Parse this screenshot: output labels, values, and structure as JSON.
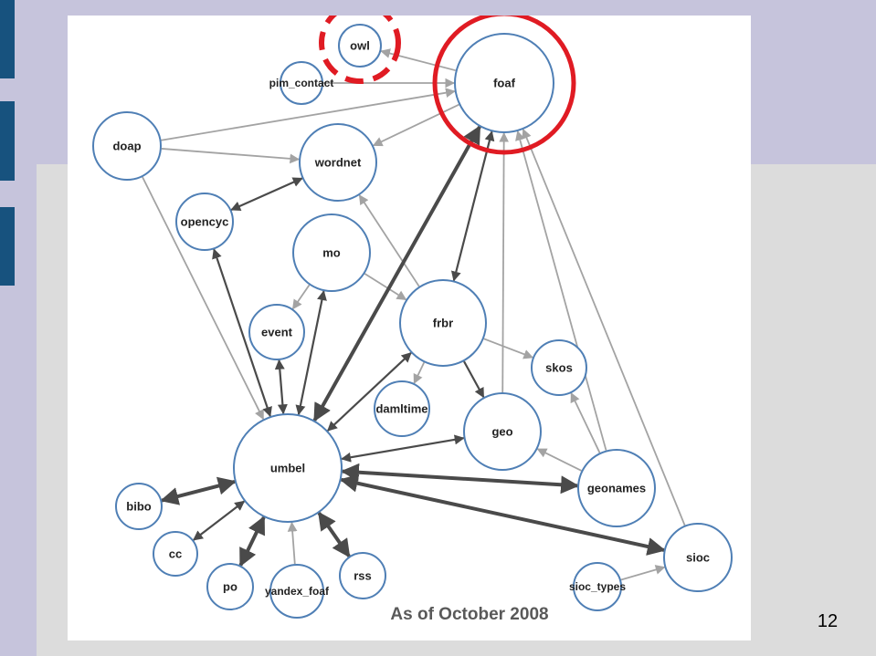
{
  "caption": "As of October 2008",
  "page_number": "12",
  "colors": {
    "node_stroke": "#4f7fb5",
    "edge_light": "#a3a3a3",
    "edge_dark": "#4a4a4a",
    "highlight": "#e01b23",
    "sidebar": "#17527e",
    "background": "#c6c4dc",
    "panel": "#dcdcdc"
  },
  "nodes": [
    {
      "id": "owl",
      "label": "owl"
    },
    {
      "id": "pim_contact",
      "label": "pim_contact"
    },
    {
      "id": "foaf",
      "label": "foaf"
    },
    {
      "id": "doap",
      "label": "doap"
    },
    {
      "id": "wordnet",
      "label": "wordnet"
    },
    {
      "id": "opencyc",
      "label": "opencyc"
    },
    {
      "id": "mo",
      "label": "mo"
    },
    {
      "id": "frbr",
      "label": "frbr"
    },
    {
      "id": "event",
      "label": "event"
    },
    {
      "id": "skos",
      "label": "skos"
    },
    {
      "id": "damltime",
      "label": "damltime"
    },
    {
      "id": "geo",
      "label": "geo"
    },
    {
      "id": "umbel",
      "label": "umbel"
    },
    {
      "id": "geonames",
      "label": "geonames"
    },
    {
      "id": "bibo",
      "label": "bibo"
    },
    {
      "id": "cc",
      "label": "cc"
    },
    {
      "id": "po",
      "label": "po"
    },
    {
      "id": "yandex_foaf",
      "label": "yandex_foaf"
    },
    {
      "id": "rss",
      "label": "rss"
    },
    {
      "id": "sioc",
      "label": "sioc"
    },
    {
      "id": "sioc_types",
      "label": "sioc_types"
    }
  ],
  "edges": [
    {
      "from": "foaf",
      "to": "owl",
      "style": "light"
    },
    {
      "from": "pim_contact",
      "to": "foaf",
      "style": "light"
    },
    {
      "from": "doap",
      "to": "foaf",
      "style": "light"
    },
    {
      "from": "doap",
      "to": "wordnet",
      "style": "light"
    },
    {
      "from": "doap",
      "to": "umbel",
      "style": "light"
    },
    {
      "from": "foaf",
      "to": "wordnet",
      "style": "light"
    },
    {
      "from": "opencyc",
      "to": "wordnet",
      "style": "dark",
      "both": true
    },
    {
      "from": "opencyc",
      "to": "umbel",
      "style": "dark",
      "both": true
    },
    {
      "from": "mo",
      "to": "event",
      "style": "light"
    },
    {
      "from": "mo",
      "to": "umbel",
      "style": "dark",
      "both": true
    },
    {
      "from": "mo",
      "to": "frbr",
      "style": "light"
    },
    {
      "from": "frbr",
      "to": "wordnet",
      "style": "light"
    },
    {
      "from": "frbr",
      "to": "foaf",
      "style": "dark",
      "both": true
    },
    {
      "from": "frbr",
      "to": "umbel",
      "style": "dark",
      "both": true
    },
    {
      "from": "frbr",
      "to": "skos",
      "style": "light"
    },
    {
      "from": "frbr",
      "to": "damltime",
      "style": "light"
    },
    {
      "from": "frbr",
      "to": "geo",
      "style": "dark"
    },
    {
      "from": "event",
      "to": "umbel",
      "style": "dark",
      "both": true
    },
    {
      "from": "umbel",
      "to": "foaf",
      "style": "dark",
      "heavy": true,
      "both": true
    },
    {
      "from": "geo",
      "to": "foaf",
      "style": "light"
    },
    {
      "from": "umbel",
      "to": "geo",
      "style": "dark",
      "both": true
    },
    {
      "from": "umbel",
      "to": "geonames",
      "style": "dark",
      "heavy": true,
      "both": true
    },
    {
      "from": "umbel",
      "to": "sioc",
      "style": "dark",
      "heavy": true,
      "both": true
    },
    {
      "from": "geonames",
      "to": "geo",
      "style": "light"
    },
    {
      "from": "geonames",
      "to": "skos",
      "style": "light"
    },
    {
      "from": "geonames",
      "to": "foaf",
      "style": "light"
    },
    {
      "from": "sioc",
      "to": "foaf",
      "style": "light"
    },
    {
      "from": "sioc_types",
      "to": "sioc",
      "style": "light"
    },
    {
      "from": "bibo",
      "to": "umbel",
      "style": "dark",
      "heavy": true,
      "both": true
    },
    {
      "from": "cc",
      "to": "umbel",
      "style": "dark",
      "both": true
    },
    {
      "from": "po",
      "to": "umbel",
      "style": "dark",
      "heavy": true,
      "both": true
    },
    {
      "from": "yandex_foaf",
      "to": "umbel",
      "style": "light"
    },
    {
      "from": "rss",
      "to": "umbel",
      "style": "dark",
      "heavy": true,
      "both": true
    }
  ],
  "highlights": [
    {
      "node": "owl",
      "style": "dashed"
    },
    {
      "node": "foaf",
      "style": "solid"
    }
  ]
}
